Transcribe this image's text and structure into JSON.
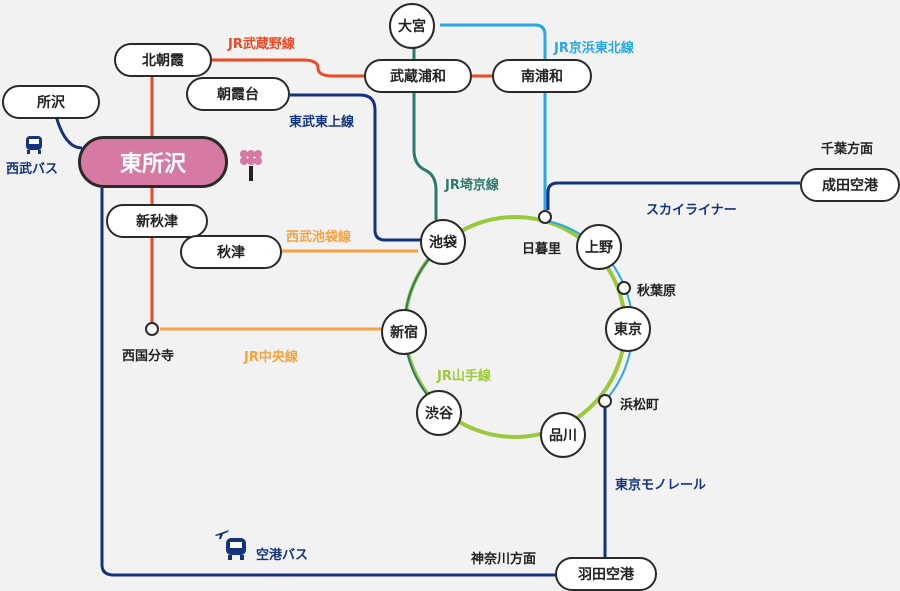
{
  "colors": {
    "background": "#f2f2f2",
    "jr_musashino": "#ec4a26",
    "jr_keihin_tohoku": "#27a7e7",
    "jr_saikyo": "#2b7a6b",
    "jr_yamanote": "#9bc93c",
    "jr_chuo": "#f5a23f",
    "seibu_ikebukuro": "#f5a23f",
    "tobu_tojo": "#14337e",
    "seibu_bus": "#14337e",
    "airport_bus": "#14337e",
    "skyliner": "#14337e",
    "tokyo_monorail": "#14337e",
    "seibu_red": "#e84b22",
    "highlight_station": "#d67aa4"
  },
  "main_station": "東所沢",
  "stations": {
    "tokorozawa": "所沢",
    "kitaasaka": "北朝霞",
    "asakadai": "朝霞台",
    "omiya": "大宮",
    "musashi_urawa": "武蔵浦和",
    "minami_urawa": "南浦和",
    "shin_akitsu": "新秋津",
    "akitsu": "秋津",
    "ikebukuro": "池袋",
    "nippori": "日暮里",
    "ueno": "上野",
    "akihabara": "秋葉原",
    "tokyo": "東京",
    "shinjuku": "新宿",
    "shibuya": "渋谷",
    "shinagawa": "品川",
    "hamamatsucho": "浜松町",
    "nishi_kokubunji": "西国分寺",
    "narita_airport": "成田空港",
    "haneda_airport": "羽田空港"
  },
  "lines": {
    "jr_musashino": "JR武蔵野線",
    "jr_keihin_tohoku": "JR京浜東北線",
    "tobu_tojo": "東武東上線",
    "jr_saikyo": "JR埼京線",
    "seibu_ikebukuro": "西武池袋線",
    "jr_chuo": "JR中央線",
    "jr_yamanote": "JR山手線",
    "skyliner": "スカイライナー",
    "tokyo_monorail": "東京モノレール"
  },
  "directions": {
    "chiba": "千葉方面",
    "kanagawa": "神奈川方面"
  },
  "bus": {
    "seibu_bus": "西武バス",
    "airport_bus": "空港バス"
  },
  "icons": {
    "bus": "bus-icon",
    "airplane": "airplane-icon",
    "landmark": "sakura-tower-icon"
  }
}
